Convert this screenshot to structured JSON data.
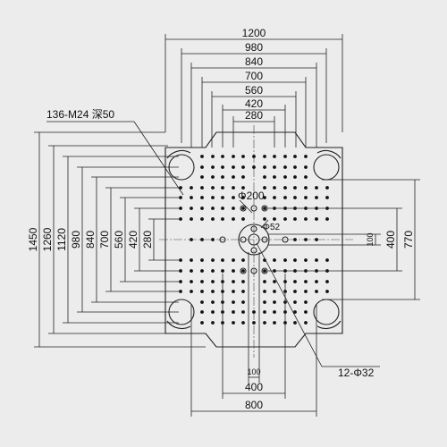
{
  "top_dims": [
    "1200",
    "980",
    "840",
    "700",
    "560",
    "420",
    "280"
  ],
  "left_dims": [
    "1450",
    "1260",
    "1120",
    "980",
    "840",
    "700",
    "560",
    "420",
    "280"
  ],
  "right_dims": [
    "100",
    "400",
    "770"
  ],
  "bottom_dims": [
    "100",
    "400",
    "800"
  ],
  "label_tap": "136-M24 深50",
  "label_phi200": "Φ200",
  "label_phi52": "Φ52",
  "label_holes": "12-Φ32",
  "colors": {
    "background": "#ececec",
    "line": "#222222"
  }
}
